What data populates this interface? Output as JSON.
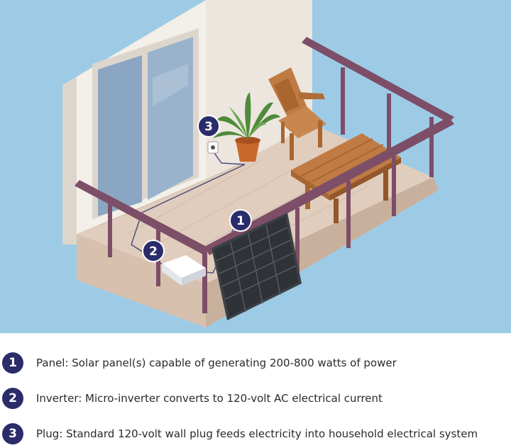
{
  "colors": {
    "sky": "#9dcbe6",
    "wall": "#f3efe9",
    "wall_shade": "#ddd6cd",
    "floor": "#e1cdbd",
    "floor_side": "#c9b09c",
    "rail": "#7d4e67",
    "glass": "#8aa6c2",
    "wood": "#c07a44",
    "panel": "#3c4145",
    "badge": "#2b2c6a",
    "plant": "#4f8a3a",
    "pot": "#c9682c"
  },
  "markers": [
    {
      "number": "1",
      "component": "panel"
    },
    {
      "number": "2",
      "component": "inverter"
    },
    {
      "number": "3",
      "component": "plug"
    }
  ],
  "legend": [
    {
      "number": "1",
      "text": "Panel: Solar panel(s) capable of generating 200-800 watts of power"
    },
    {
      "number": "2",
      "text": "Inverter: Micro-inverter converts to 120-volt AC electrical current"
    },
    {
      "number": "3",
      "text": "Plug: Standard 120-volt wall plug feeds electricity into household electrical system"
    }
  ]
}
